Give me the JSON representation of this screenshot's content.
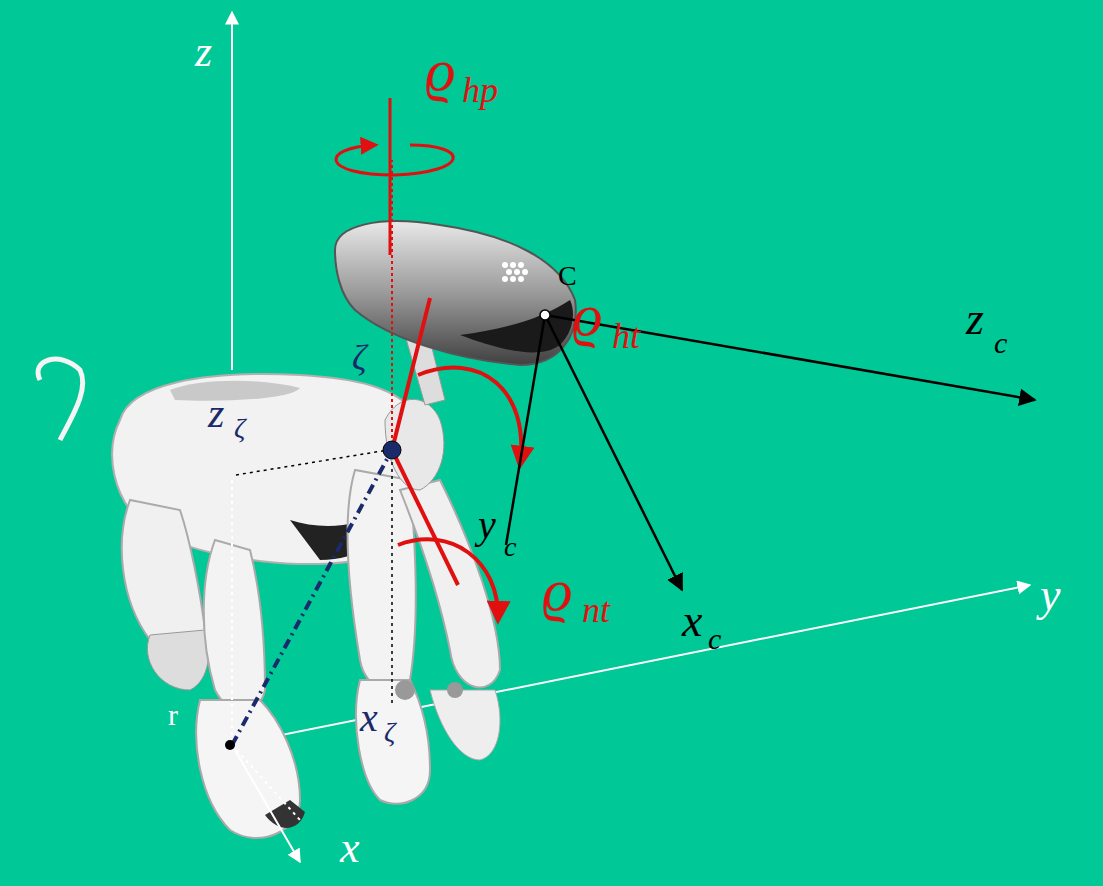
{
  "diagram": {
    "labels": [
      "z",
      "ϱ",
      "hp",
      "C",
      "z",
      "c",
      "ζ",
      "ϱ",
      "ht",
      "z",
      "ζ",
      "y",
      "c",
      "ϱ",
      "nt",
      "y",
      "x",
      "c",
      "r",
      "x",
      "ζ",
      "x"
    ]
  }
}
